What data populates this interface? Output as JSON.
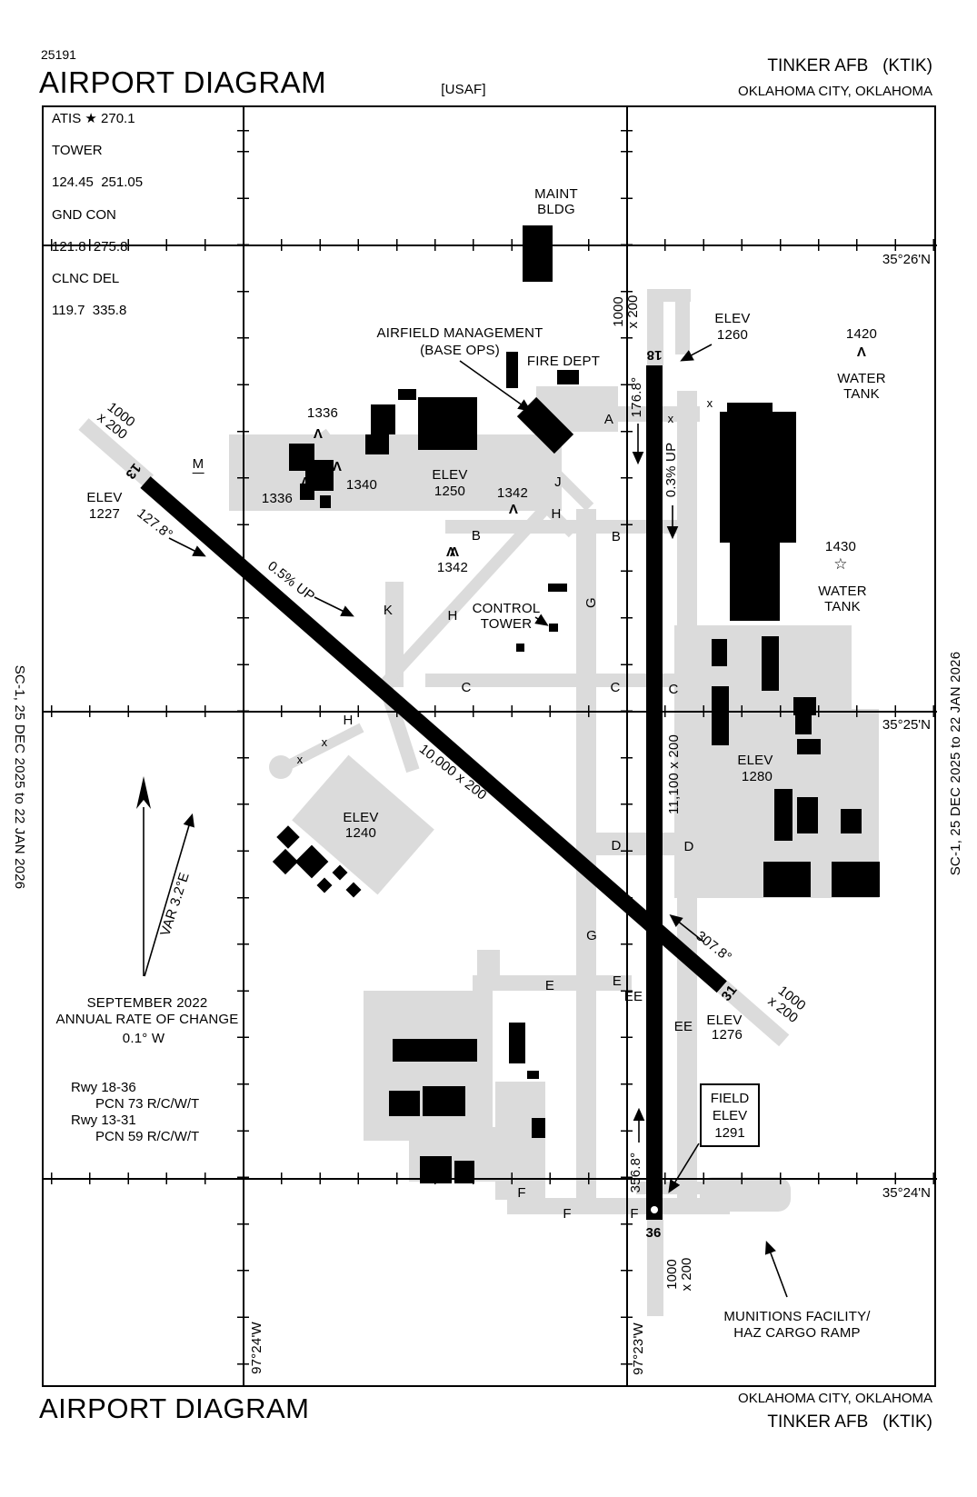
{
  "colors": {
    "ink": "#000000",
    "taxiway_gray": "#dbdbdb",
    "background": "#ffffff"
  },
  "header": {
    "chart_number": "25191",
    "title": "AIRPORT DIAGRAM",
    "org": "[USAF]",
    "airport_name": "TINKER AFB",
    "airport_icao": "(KTIK)",
    "city": "OKLAHOMA CITY, OKLAHOMA"
  },
  "footer": {
    "title": "AIRPORT DIAGRAM",
    "city": "OKLAHOMA CITY, OKLAHOMA",
    "airport_name": "TINKER AFB",
    "airport_icao": "(KTIK)"
  },
  "margin_note": "SC-1,  25 DEC 2025  to  22 JAN 2026",
  "frequencies": {
    "atis": "ATIS ★ 270.1",
    "tower_label": "TOWER",
    "tower_freqs": "124.45  251.05",
    "gnd_label": "GND CON",
    "gnd_freqs": "121.8  275.8",
    "clnc_label": "CLNC DEL",
    "clnc_freqs": "119.7  335.8"
  },
  "graticule": {
    "lat_26": "35°26'N",
    "lat_25": "35°25'N",
    "lat_24": "35°24'N",
    "lon_24": "97°24'W",
    "lon_23": "97°23'W"
  },
  "runway_18_36": {
    "num_top": "18",
    "num_bottom": "36",
    "dimensions": "11,100 x 200",
    "heading_north": "176.8°",
    "heading_south": "356.8°",
    "gradient": "0.3% UP"
  },
  "runway_13_31": {
    "num_nw": "13",
    "num_se": "31",
    "dimensions": "10,000 x 200",
    "heading_se": "127.8°",
    "heading_nw": "307.8°",
    "gradient": "0.5% UP"
  },
  "overrun": {
    "l1": "1000",
    "l2": "x 200"
  },
  "elevations": {
    "label": "ELEV",
    "rw13": "1227",
    "apron_main": "1250",
    "apron_sw": "1240",
    "rw18": "1260",
    "apron_e": "1280",
    "rw31": "1276"
  },
  "field_elev": {
    "l1": "FIELD",
    "l2": "ELEV",
    "l3": "1291"
  },
  "obstacles": {
    "sym": "Λ",
    "sym_double": "ΛΛ",
    "star": "☆",
    "o1336": "1336",
    "o1340": "1340",
    "o1342": "1342",
    "o1420": "1420",
    "o1430": "1430",
    "water_tank_l1": "WATER",
    "water_tank_l2": "TANK"
  },
  "facilities": {
    "maint_l1": "MAINT",
    "maint_l2": "BLDG",
    "airfield_mgmt_l1": "AIRFIELD MANAGEMENT",
    "airfield_mgmt_l2": "(BASE OPS)",
    "fire_dept": "FIRE DEPT",
    "control_tower_l1": "CONTROL",
    "control_tower_l2": "TOWER",
    "munitions_l1": "MUNITIONS FACILITY/",
    "munitions_l2": "HAZ CARGO RAMP"
  },
  "taxiways": {
    "A": "A",
    "B": "B",
    "C": "C",
    "D": "D",
    "E": "E",
    "EE": "EE",
    "F": "F",
    "G": "G",
    "H": "H",
    "J": "J",
    "K": "K",
    "M": "M",
    "closed": "x"
  },
  "compass": {
    "variation": "VAR 3.2°E",
    "date": "SEPTEMBER 2022",
    "rate_l1": "ANNUAL RATE OF CHANGE",
    "rate_l2": "0.1° W"
  },
  "pcn": {
    "rwy1": "Rwy 18-36",
    "pcn1": "PCN 73 R/C/W/T",
    "rwy2": "Rwy 13-31",
    "pcn2": "PCN 59 R/C/W/T"
  }
}
